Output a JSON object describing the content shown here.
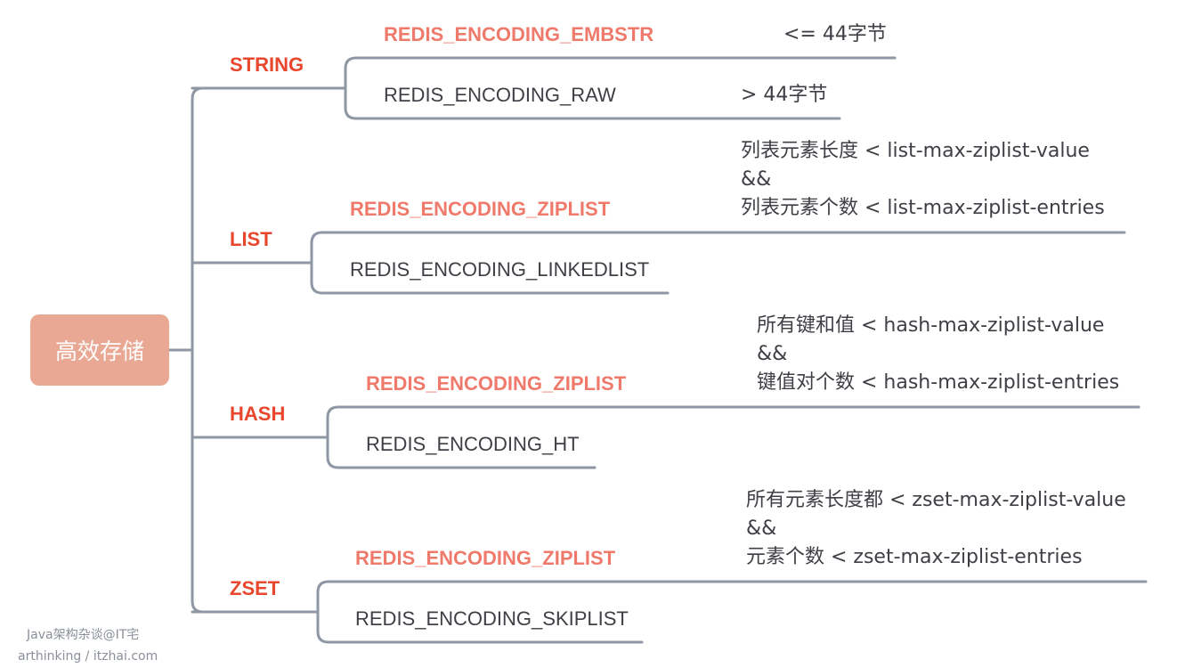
{
  "root": {
    "label": "高效存储"
  },
  "colors": {
    "line": "#8e97a3",
    "root_bg": "#e9a894",
    "type": "#e8472d",
    "highlight": "#ef7a6b",
    "text": "#3e4046"
  },
  "types": [
    {
      "name": "STRING",
      "encodings": [
        {
          "label": "REDIS_ENCODING_EMBSTR",
          "highlight": true,
          "condition": [
            "<= 44字节"
          ]
        },
        {
          "label": "REDIS_ENCODING_RAW",
          "highlight": false,
          "condition": [
            "> 44字节"
          ]
        }
      ]
    },
    {
      "name": "LIST",
      "encodings": [
        {
          "label": "REDIS_ENCODING_ZIPLIST",
          "highlight": true,
          "condition": [
            "列表元素长度 < list-max-ziplist-value",
            "&&",
            "列表元素个数 < list-max-ziplist-entries"
          ]
        },
        {
          "label": "REDIS_ENCODING_LINKEDLIST",
          "highlight": false
        }
      ]
    },
    {
      "name": "HASH",
      "encodings": [
        {
          "label": "REDIS_ENCODING_ZIPLIST",
          "highlight": true,
          "condition": [
            "所有键和值 < hash-max-ziplist-value",
            "&&",
            "键值对个数 < hash-max-ziplist-entries"
          ]
        },
        {
          "label": "REDIS_ENCODING_HT",
          "highlight": false
        }
      ]
    },
    {
      "name": "ZSET",
      "encodings": [
        {
          "label": "REDIS_ENCODING_ZIPLIST",
          "highlight": true,
          "condition": [
            "所有元素长度都 < zset-max-ziplist-value",
            "&&",
            "元素个数 < zset-max-ziplist-entries"
          ]
        },
        {
          "label": "REDIS_ENCODING_SKIPLIST",
          "highlight": false
        }
      ]
    }
  ],
  "watermark": {
    "line1": "Java架构杂谈@IT宅",
    "line2": "arthinking / itzhai.com"
  }
}
